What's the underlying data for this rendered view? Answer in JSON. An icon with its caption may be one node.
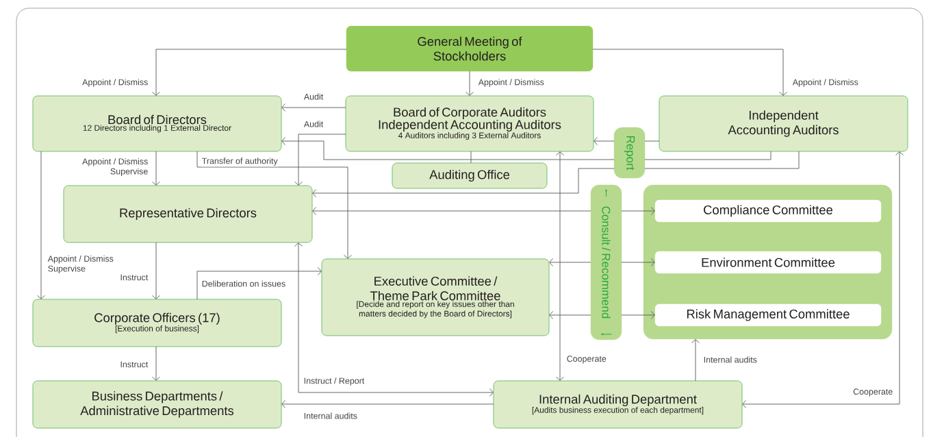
{
  "diagram": {
    "nodes": [
      {
        "text": [
          "General Meeting of Stockholders"
        ]
      },
      {
        "text": [
          "Board of Directors",
          "12 Directors including 1 External Director"
        ]
      },
      {
        "text": [
          "Board of Corporate Auditors",
          "Independent Accounting Auditors",
          "4 Auditors including 3 External Auditors"
        ]
      },
      {
        "text": [
          "Independent Accounting Auditors"
        ]
      },
      {
        "text": [
          "Auditing Office"
        ]
      },
      {
        "text": [
          "Report"
        ]
      },
      {
        "text": [
          "Representative Directors"
        ]
      },
      {
        "text": [
          "Consult / Recommend"
        ]
      },
      {
        "text": [
          "Executive Committee / Theme Park Committee",
          "[Decide and report on key issues other than matters decided by the Board of Directors]"
        ]
      },
      {
        "text": [],
        "shape": "box"
      },
      {
        "text": [
          "Compliance Committee"
        ],
        "in": 9
      },
      {
        "text": [
          "Environment Committee"
        ],
        "in": 9
      },
      {
        "text": [
          "Risk Management Committee"
        ],
        "in": 9
      },
      {
        "text": [
          "Corporate Officers (17)",
          "[Execution of business]"
        ]
      },
      {
        "text": [
          "Business Departments / Administrative Departments"
        ]
      },
      {
        "text": [
          "Internal Auditing Department",
          "[Audits business execution of each department]"
        ]
      }
    ],
    "edges": [
      {
        "from": 0,
        "to": 1,
        "arrow": "to",
        "label": "Appoint / Dismiss"
      },
      {
        "from": 0,
        "to": 2,
        "arrow": "to",
        "label": "Appoint / Dismiss"
      },
      {
        "from": 0,
        "to": 3,
        "arrow": "to",
        "label": "Appoint / Dismiss"
      },
      {
        "from": 2,
        "to": 1,
        "arrow": "to",
        "label": "Audit"
      },
      {
        "from": 2,
        "to": 6,
        "arrow": "to",
        "label": "Audit"
      },
      {
        "from": 3,
        "to": 5,
        "arrow": "none"
      },
      {
        "from": 3,
        "to": 5,
        "arrow": "none"
      },
      {
        "from": 3,
        "to": 5,
        "arrow": "none"
      },
      {
        "from": 5,
        "to": 2,
        "arrow": "to"
      },
      {
        "from": 5,
        "to": 1,
        "arrow": "to"
      },
      {
        "from": 5,
        "to": 6,
        "arrow": "to"
      },
      {
        "from": 1,
        "to": 6,
        "arrow": "to",
        "label": "Appoint / Dismiss Supervise"
      },
      {
        "from": 1,
        "to": 8,
        "arrow": "to",
        "label": "Transfer of authority"
      },
      {
        "from": 1,
        "to": 13,
        "arrow": "to",
        "label": "Appoint / Dismiss Supervise"
      },
      {
        "from": 6,
        "to": 13,
        "arrow": "to",
        "label": "Instruct"
      },
      {
        "from": 13,
        "to": 8,
        "arrow": "to",
        "label": "Deliberation on issues"
      },
      {
        "from": 13,
        "to": 14,
        "arrow": "to",
        "label": "Instruct"
      },
      {
        "from": 7,
        "to": 6,
        "arrow": "to"
      },
      {
        "from": 7,
        "to": 10,
        "arrow": "to"
      },
      {
        "from": 7,
        "to": 8,
        "arrow": "to"
      },
      {
        "from": 7,
        "to": 11,
        "arrow": "to"
      },
      {
        "from": 7,
        "to": 8,
        "arrow": "to"
      },
      {
        "from": 7,
        "to": 12,
        "arrow": "to"
      },
      {
        "from": 2,
        "to": 15,
        "arrow": "both",
        "label": "Cooperate"
      },
      {
        "from": 15,
        "to": 9,
        "arrow": "to",
        "label": "Internal audits"
      },
      {
        "from": 15,
        "to": 3,
        "arrow": "both",
        "label": "Cooperate"
      },
      {
        "from": 6,
        "to": 15,
        "arrow": "both",
        "label": "Instruct / Report"
      },
      {
        "from": 15,
        "to": 14,
        "arrow": "to",
        "label": "Internal audits"
      },
      {
        "from": 2,
        "to": 4,
        "arrow": "none"
      }
    ]
  }
}
